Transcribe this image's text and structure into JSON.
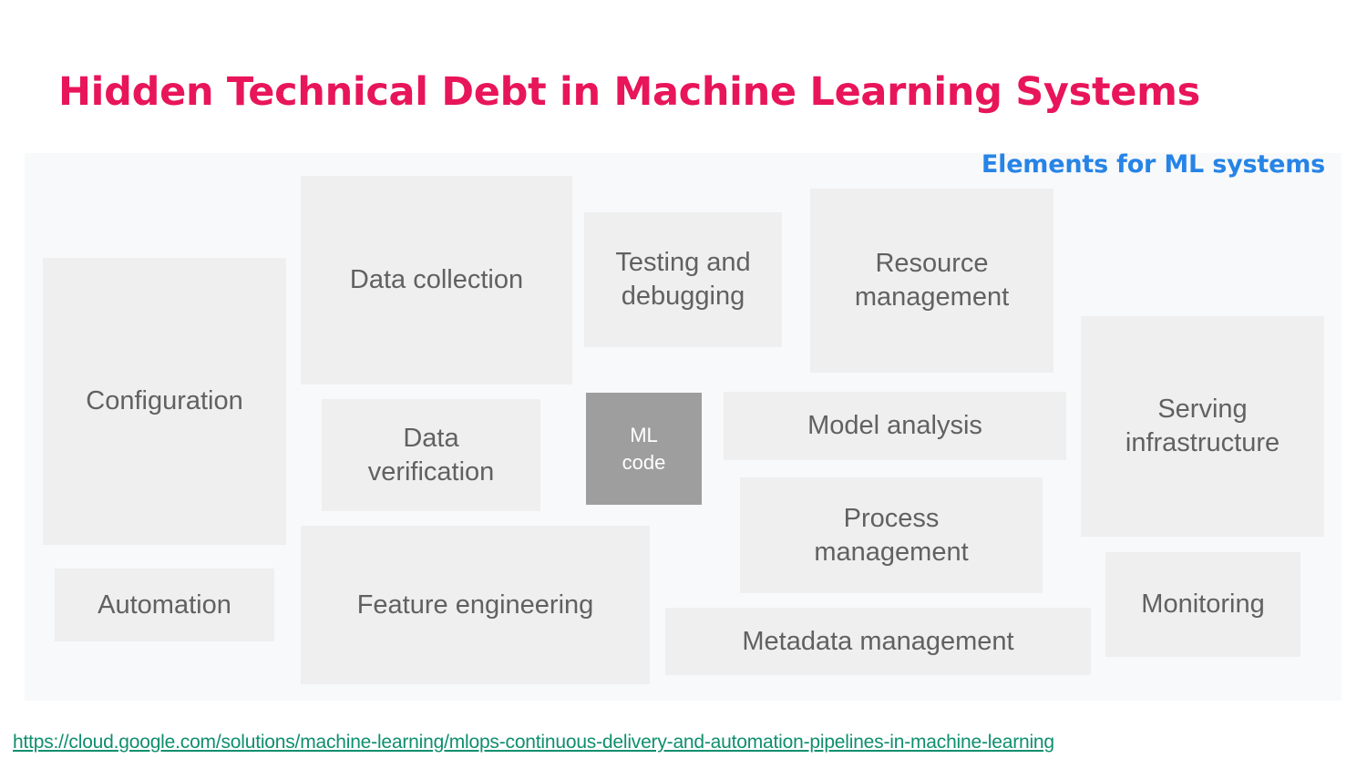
{
  "title": "Hidden Technical Debt in Machine Learning Systems",
  "diagram": {
    "caption": "Elements for ML systems",
    "boxes": {
      "configuration": "Configuration",
      "automation": "Automation",
      "data_collection": "Data collection",
      "data_verification": "Data\nverification",
      "feature_engineering": "Feature engineering",
      "testing_debugging": "Testing and\ndebugging",
      "ml_code": "ML\ncode",
      "resource_management": "Resource\nmanagement",
      "model_analysis": "Model analysis",
      "process_management": "Process\nmanagement",
      "metadata_management": "Metadata management",
      "serving_infrastructure": "Serving\ninfrastructure",
      "monitoring": "Monitoring"
    }
  },
  "source_link": "https://cloud.google.com/solutions/machine-learning/mlops-continuous-delivery-and-automation-pipelines-in-machine-learning",
  "colors": {
    "title": "#e8155a",
    "caption": "#2684e6",
    "box_background": "#efefef",
    "ml_code_background": "#9e9e9e",
    "link": "#0f8f6d"
  }
}
